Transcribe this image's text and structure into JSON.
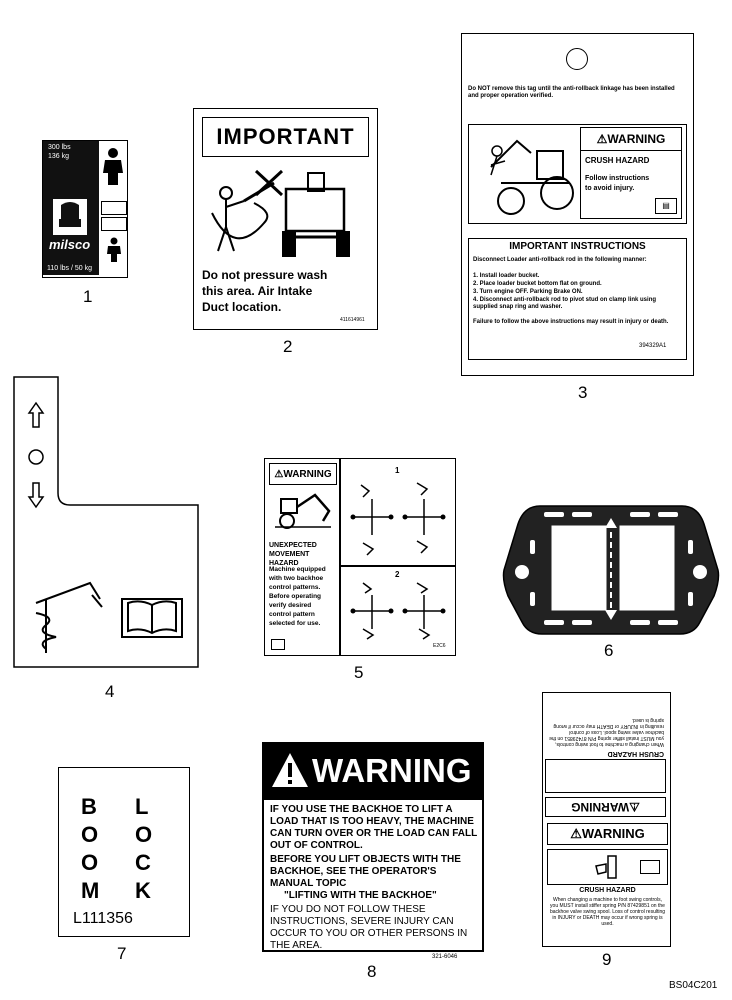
{
  "callouts": [
    "1",
    "2",
    "3",
    "4",
    "5",
    "6",
    "7",
    "8",
    "9"
  ],
  "figure_id": "BS04C201",
  "decal1": {
    "top_weight_lbs": "300 lbs",
    "top_weight_kg": "136 kg",
    "brand": "milsco",
    "bottom_weight": "110 lbs / 50 kg"
  },
  "decal2": {
    "title": "IMPORTANT",
    "body": "Do not pressure wash this area. Air Intake Duct location.",
    "part_no": "411614961"
  },
  "decal3": {
    "top_note": "Do NOT remove this tag until the anti-rollback linkage has been installed and proper operation verified.",
    "warning_title": "WARNING",
    "hazard": "CRUSH HAZARD",
    "hazard_text": "Follow instructions to avoid injury.",
    "instructions_title": "IMPORTANT INSTRUCTIONS",
    "instructions_intro": "Disconnect Loader anti-rollback rod in the following manner:",
    "steps": [
      "1. Install loader bucket.",
      "2. Place loader bucket bottom flat on ground.",
      "3. Turn engine OFF. Parking Brake ON.",
      "4. Disconnect anti-rollback rod to pivot stud on clamp link using supplied snap ring and washer."
    ],
    "footer_text": "Failure to follow the above instructions may result in injury or death.",
    "part_no": "394329A1"
  },
  "decal5": {
    "warning_title": "WARNING",
    "hazard": "UNEXPECTED MOVEMENT HAZARD",
    "body": "Machine equipped with two backhoe control patterns. Before operating verify desired control pattern selected for use.",
    "pattern1": "1",
    "pattern2": "2",
    "code": "E2C6"
  },
  "decal7": {
    "left_letters": [
      "B",
      "O",
      "O",
      "M"
    ],
    "right_letters": [
      "L",
      "O",
      "C",
      "K"
    ],
    "part_no": "L111356"
  },
  "decal8": {
    "title": "WARNING",
    "p1": "IF YOU USE THE BACKHOE TO LIFT A LOAD THAT IS TOO HEAVY, THE MACHINE CAN TURN OVER OR THE LOAD CAN FALL OUT OF CONTROL.",
    "p2": "BEFORE YOU LIFT OBJECTS WITH THE BACKHOE, SEE THE OPERATOR'S MANUAL TOPIC",
    "p3": "\"LIFTING WITH THE BACKHOE\"",
    "p4": "IF YOU DO NOT FOLLOW THESE INSTRUCTIONS, SEVERE INJURY CAN OCCUR TO YOU OR OTHER PERSONS IN THE AREA.",
    "part_no": "321-6046"
  },
  "decal9": {
    "warning_title": "WARNING",
    "hazard": "CRUSH HAZARD",
    "body": "When changing a machine to foot swing controls, you MUST install stiffer spring P/N 87429851 on the backhoe valve swing spool. Loss of control resulting in INJURY or DEATH may occur if wrong spring is used."
  }
}
